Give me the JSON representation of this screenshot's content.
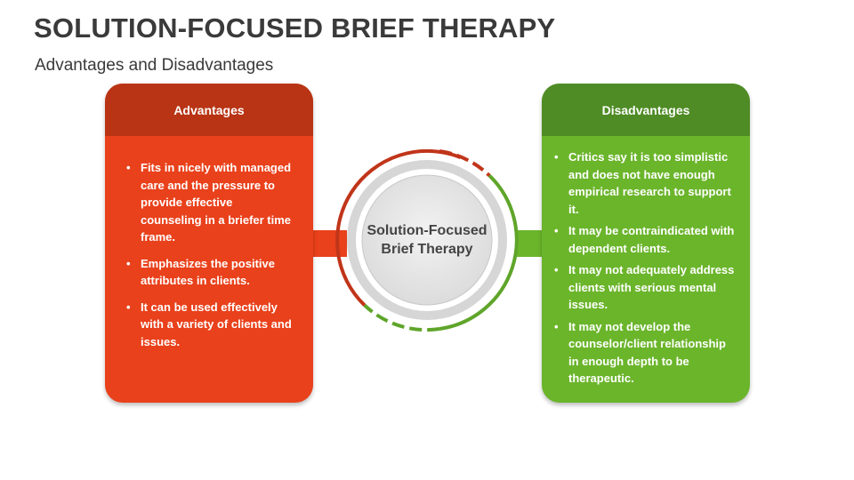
{
  "title": "SOLUTION-FOCUSED BRIEF THERAPY",
  "subtitle": "Advantages and Disadvantages",
  "center": {
    "label": "Solution-Focused Brief Therapy"
  },
  "advantages": {
    "heading": "Advantages",
    "color": "#e9411b",
    "header_color": "#b83415",
    "items": [
      "Fits in nicely with managed care and the pressure to provide effective counseling in a briefer time frame.",
      "Emphasizes the positive attributes in clients.",
      "It can be used effectively with a variety of clients and issues."
    ]
  },
  "disadvantages": {
    "heading": "Disadvantages",
    "color": "#6bb52b",
    "header_color": "#4f8c25",
    "items": [
      "Critics say it is too simplistic and does not have enough empirical research to support it.",
      "It may be contraindicated with dependent clients.",
      "It may not adequately address clients with serious mental issues.",
      "It may not develop the counselor/client relationship in enough depth to be therapeutic."
    ]
  }
}
